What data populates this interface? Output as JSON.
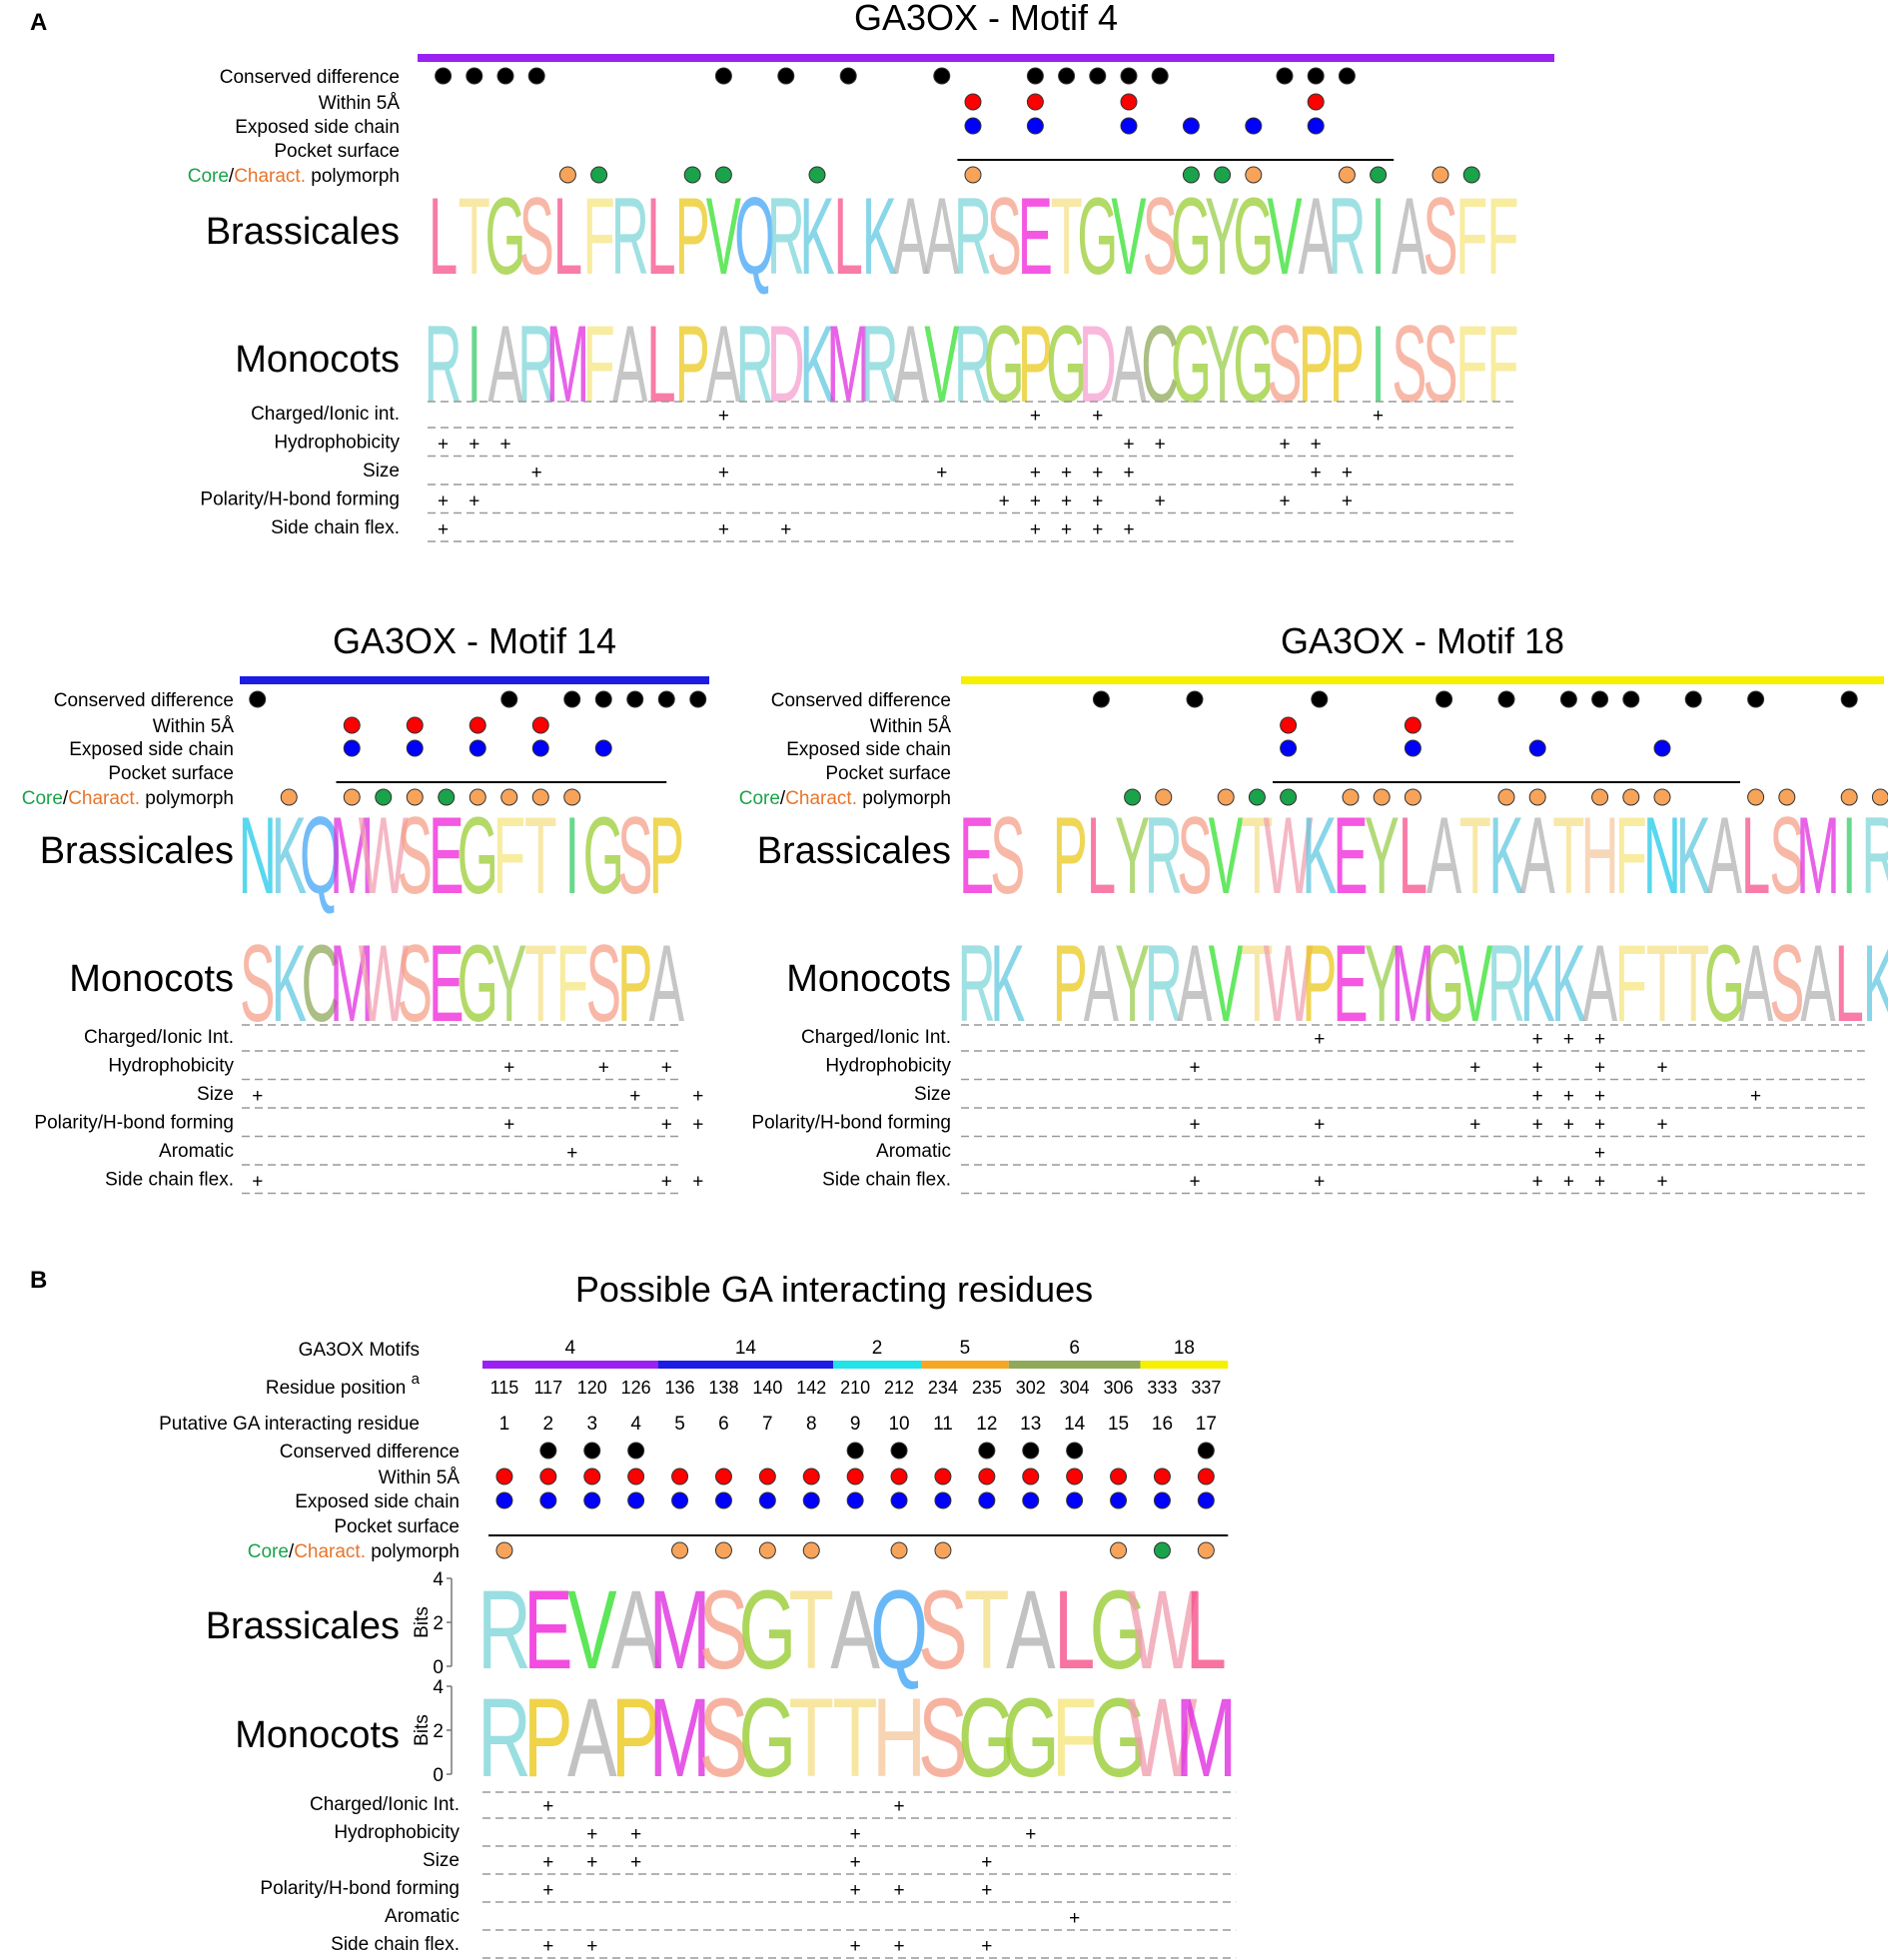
{
  "colors": {
    "motif4": "#9b21f2",
    "motif14": "#1c1ce5",
    "motif2": "#21e3e8",
    "motif5": "#f5a623",
    "motif6": "#8fa85a",
    "motif18": "#f5ef00",
    "black": "#000000",
    "red": "#ff0000",
    "blue": "#0000ff",
    "green": "#1aa34a",
    "orange": "#f7a35a"
  },
  "panels": {
    "a": "A",
    "b": "B"
  },
  "common": {
    "conserved": "Conserved difference",
    "within": "Within 5Å",
    "exposed": "Exposed side chain",
    "pocket": "Pocket surface",
    "poly_core": "Core",
    "poly_slash": "/",
    "poly_charact": "Charact.",
    "poly_rest": " polymorph",
    "brassicales": "Brassicales",
    "monocots": "Monocots"
  },
  "motif4": {
    "title": "GA3OX - Motif 4",
    "props": [
      "Charged/Ionic int.",
      "Hydrophobicity",
      "Size",
      "Polarity/H-bond forming",
      "Side chain flex."
    ],
    "seq_b": [
      "L",
      "T",
      "G",
      "S",
      "L",
      "F",
      "R",
      "L",
      "P",
      "V",
      "Q",
      "R",
      "K",
      "L",
      "K",
      "A",
      "A",
      "R",
      "S",
      "E",
      "T",
      "G",
      "V",
      "S",
      "G",
      "Y",
      "G",
      "V",
      "A",
      "R",
      "I",
      "A",
      "S",
      "F",
      "F"
    ],
    "seq_m": [
      "R",
      "I",
      "A",
      "R",
      "M",
      "F",
      "A",
      "L",
      "P",
      "A",
      "R",
      "D",
      "K",
      "M",
      "R",
      "A",
      "V",
      "R",
      "G",
      "P",
      "G",
      "D",
      "A",
      "C",
      "G",
      "Y",
      "G",
      "S",
      "P",
      "P",
      "I",
      "S",
      "S",
      "F",
      "F"
    ],
    "conserved": [
      0,
      1,
      2,
      3,
      9,
      11,
      13,
      16,
      19,
      20,
      21,
      22,
      23,
      27,
      28,
      29
    ],
    "within": [
      17,
      19,
      22,
      28
    ],
    "exposed": [
      17,
      19,
      22,
      24,
      26,
      28
    ],
    "polyCore": [
      5,
      8,
      9,
      12,
      24,
      25,
      30,
      33
    ],
    "polyCharact": [
      4,
      17,
      26,
      29,
      32
    ],
    "pocket": [
      17,
      30
    ],
    "plus": [
      [
        9,
        19,
        21,
        30
      ],
      [
        0,
        1,
        2,
        22,
        23,
        27,
        28
      ],
      [
        3,
        9,
        16,
        19,
        20,
        21,
        22,
        28,
        29
      ],
      [
        0,
        1,
        18,
        19,
        20,
        21,
        23,
        27,
        29
      ],
      [
        0,
        9,
        11,
        19,
        20,
        21,
        22
      ]
    ]
  },
  "motif14": {
    "title": "GA3OX - Motif 14",
    "props": [
      "Charged/Ionic Int.",
      "Hydrophobicity",
      "Size",
      "Polarity/H-bond forming",
      "Aromatic",
      "Side chain flex."
    ],
    "seq_b": [
      "N",
      "K",
      "Q",
      "M",
      "W",
      "S",
      "E",
      "G",
      "F",
      "T",
      "I",
      "G",
      "S",
      "P"
    ],
    "seq_m": [
      "S",
      "K",
      "C",
      "M",
      "W",
      "S",
      "E",
      "G",
      "Y",
      "T",
      "F",
      "S",
      "P",
      "A"
    ],
    "conserved": [
      0,
      8,
      10,
      11,
      12,
      13,
      14
    ],
    "within": [
      3,
      5,
      7,
      9
    ],
    "exposed": [
      3,
      5,
      7,
      9,
      11
    ],
    "polyCore": [
      4,
      6
    ],
    "polyCharact": [
      1,
      3,
      5,
      7,
      8,
      9,
      10
    ],
    "pocket": [
      3,
      12.5
    ],
    "plus": [
      [],
      [
        8,
        11,
        13
      ],
      [
        0,
        12,
        14
      ],
      [
        8,
        13,
        14
      ],
      [
        10
      ],
      [
        0,
        13,
        14
      ]
    ]
  },
  "motif18": {
    "title": "GA3OX - Motif 18",
    "props": [
      "Charged/Ionic Int.",
      "Hydrophobicity",
      "Size",
      "Polarity/H-bond forming",
      "Aromatic",
      "Side chain flex."
    ],
    "seq_b": [
      "E",
      "S",
      "",
      "P",
      "L",
      "Y",
      "R",
      "S",
      "V",
      "T",
      "W",
      "K",
      "E",
      "Y",
      "L",
      "A",
      "T",
      "K",
      "A",
      "T",
      "H",
      "F",
      "N",
      "K",
      "A",
      "L",
      "S",
      "M",
      "I",
      "R"
    ],
    "seq_m": [
      "R",
      "K",
      "",
      "P",
      "A",
      "Y",
      "R",
      "A",
      "V",
      "T",
      "W",
      "P",
      "E",
      "Y",
      "M",
      "G",
      "V",
      "R",
      "K",
      "K",
      "A",
      "F",
      "T",
      "T",
      "G",
      "A",
      "S",
      "A",
      "L",
      "K"
    ],
    "conserved": [
      4,
      7,
      11,
      15,
      17,
      19,
      20,
      21,
      23,
      25,
      28
    ],
    "within": [
      10,
      14
    ],
    "exposed": [
      10,
      14,
      18,
      22
    ],
    "polyCore": [
      5,
      9,
      10
    ],
    "polyCharact": [
      6,
      8,
      12,
      13,
      14,
      17,
      18,
      20,
      21,
      22,
      25,
      26,
      28,
      29
    ],
    "pocket": [
      10,
      24
    ],
    "plus": [
      [
        11,
        18,
        19,
        20
      ],
      [
        7,
        16,
        18,
        20,
        22
      ],
      [
        18,
        19,
        20,
        25
      ],
      [
        7,
        11,
        16,
        18,
        19,
        20,
        22
      ],
      [
        20
      ],
      [
        7,
        11,
        18,
        19,
        20,
        22
      ]
    ]
  },
  "partB": {
    "title": "Possible GA interacting residues",
    "motifs_label": "GA3OX Motifs",
    "position_label": "Residue position ",
    "position_super": "a",
    "putative_label": "Putative GA interacting residue",
    "bits_label": "Bits",
    "bits_ticks": [
      "4",
      "2",
      "0"
    ],
    "motif_groups": [
      {
        "name": "4",
        "span": [
          0,
          4
        ],
        "colorKey": "motif4"
      },
      {
        "name": "14",
        "span": [
          4,
          8
        ],
        "colorKey": "motif14"
      },
      {
        "name": "2",
        "span": [
          8,
          10
        ],
        "colorKey": "motif2"
      },
      {
        "name": "5",
        "span": [
          10,
          12
        ],
        "colorKey": "motif5"
      },
      {
        "name": "6",
        "span": [
          12,
          15
        ],
        "colorKey": "motif6"
      },
      {
        "name": "18",
        "span": [
          15,
          17
        ],
        "colorKey": "motif18"
      }
    ],
    "positions": [
      "115",
      "117",
      "120",
      "126",
      "136",
      "138",
      "140",
      "142",
      "210",
      "212",
      "234",
      "235",
      "302",
      "304",
      "306",
      "333",
      "337"
    ],
    "residues": [
      "1",
      "2",
      "3",
      "4",
      "5",
      "6",
      "7",
      "8",
      "9",
      "10",
      "11",
      "12",
      "13",
      "14",
      "15",
      "16",
      "17"
    ],
    "seq_b": [
      "R",
      "E",
      "V",
      "A",
      "M",
      "S",
      "G",
      "T",
      "A",
      "Q",
      "S",
      "T",
      "A",
      "L",
      "G",
      "W",
      "L"
    ],
    "seq_m": [
      "R",
      "P",
      "A",
      "P",
      "M",
      "S",
      "G",
      "T",
      "T",
      "H",
      "S",
      "G",
      "G",
      "F",
      "G",
      "W",
      "M"
    ],
    "conserved": [
      1,
      2,
      3,
      8,
      9,
      11,
      12,
      13,
      16
    ],
    "within": [
      0,
      1,
      2,
      3,
      4,
      5,
      6,
      7,
      8,
      9,
      10,
      11,
      12,
      13,
      14,
      15,
      16
    ],
    "exposed": [
      0,
      1,
      2,
      3,
      4,
      5,
      6,
      7,
      8,
      9,
      10,
      11,
      12,
      13,
      14,
      15,
      16
    ],
    "polyCore": [
      15
    ],
    "polyCharact": [
      0,
      4,
      5,
      6,
      7,
      9,
      10,
      14,
      16
    ],
    "props": [
      "Charged/Ionic Int.",
      "Hydrophobicity",
      "Size",
      "Polarity/H-bond forming",
      "Aromatic",
      "Side chain flex."
    ],
    "plus": [
      [
        1,
        9
      ],
      [
        2,
        3,
        8,
        12
      ],
      [
        1,
        2,
        3,
        8,
        11
      ],
      [
        1,
        8,
        9,
        11
      ],
      [
        13
      ],
      [
        1,
        2,
        8,
        9,
        11
      ]
    ]
  }
}
